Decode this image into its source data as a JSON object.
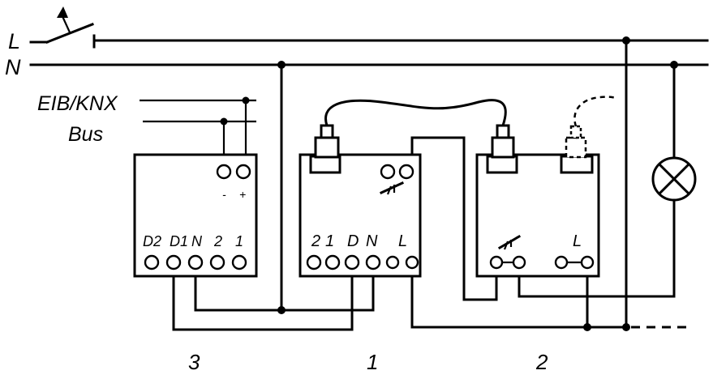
{
  "lines": {
    "L": "L",
    "N": "N"
  },
  "bus": {
    "line1": "EIB/KNX",
    "line2": "Bus"
  },
  "device3": {
    "number": "3",
    "bus_terminals": {
      "minus": "-",
      "plus": "+"
    },
    "terminal_labels": [
      "D2",
      "D1",
      "N",
      "2",
      "1"
    ]
  },
  "device1": {
    "number": "1",
    "terminal_labels": [
      "2",
      "1",
      "D",
      "N",
      "L"
    ]
  },
  "device2": {
    "number": "2",
    "terminal_labels": [
      "L"
    ]
  }
}
